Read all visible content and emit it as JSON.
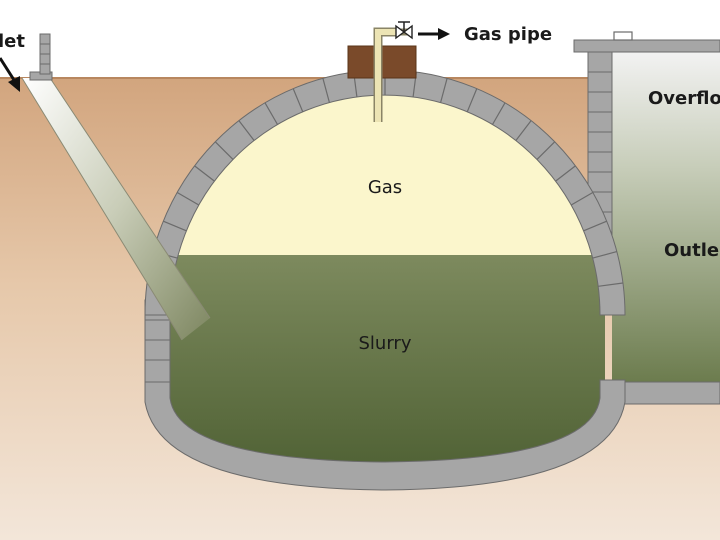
{
  "labels": {
    "inlet": "let",
    "gas_pipe": "Gas pipe",
    "overflow": "Overflo",
    "gas": "Gas",
    "outlet": "Outle",
    "slurry": "Slurry"
  },
  "colors": {
    "soil_top": "#d2a57e",
    "soil_bottom": "#f3e6d9",
    "brick": "#a6a6a6",
    "brick_line": "#6b6b6b",
    "gas": "#fbf6cc",
    "slurry_top": "#7d8a5e",
    "slurry_bottom": "#4f6134",
    "outlet_top": "#ececec",
    "outlet_bottom": "#7e8a62",
    "valve_block": "#7a4a2a",
    "pipe": "#ece4b4"
  }
}
